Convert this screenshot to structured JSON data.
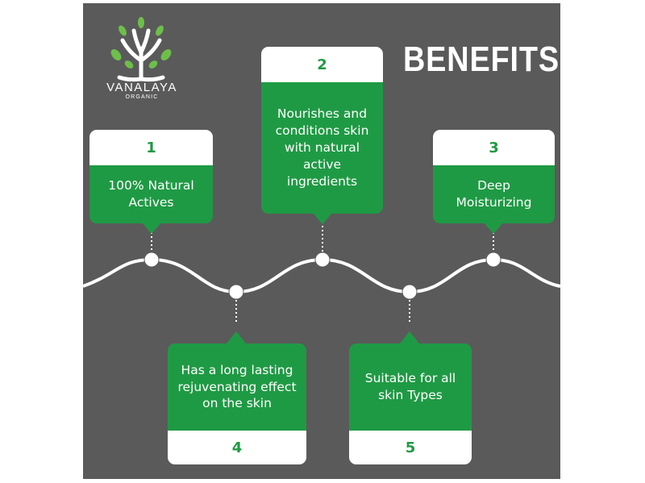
{
  "brand": {
    "name": "VANALAYA",
    "subtitle": "ORGANIC",
    "colors": {
      "trunk": "#ffffff",
      "leaves": "#6dbf4a"
    }
  },
  "title": "BENEFITS",
  "colors": {
    "background": "#5a5a5a",
    "card_green": "#1f9a44",
    "card_white": "#ffffff",
    "line": "#ffffff"
  },
  "benefits": [
    {
      "number": "1",
      "text": "100% Natural Actives"
    },
    {
      "number": "2",
      "text": "Nourishes and conditions skin with natural active ingredients"
    },
    {
      "number": "3",
      "text": "Deep Moisturizing"
    },
    {
      "number": "4",
      "text": "Has a long lasting rejuvenating effect on the skin"
    },
    {
      "number": "5",
      "text": "Suitable for all skin Types"
    }
  ]
}
